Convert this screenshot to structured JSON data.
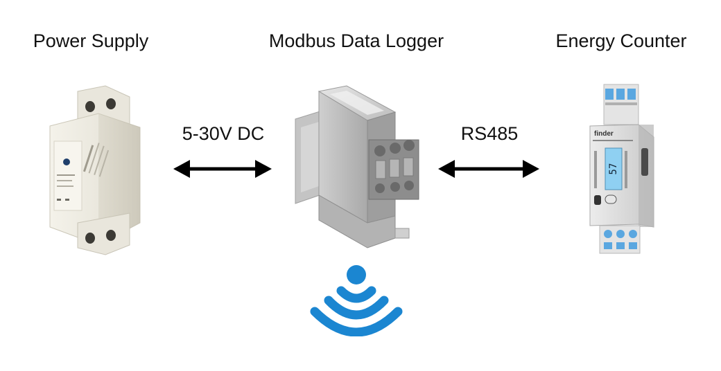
{
  "devices": {
    "power_supply": {
      "label": "Power Supply"
    },
    "data_logger": {
      "label": "Modbus Data Logger"
    },
    "energy_counter": {
      "label": "Energy Counter",
      "brand_text": "finder",
      "display_value": "57"
    }
  },
  "links": {
    "power": {
      "label": "5-30V DC"
    },
    "data": {
      "label": "RS485"
    }
  },
  "icons": {
    "wireless": "wifi-icon"
  },
  "colors": {
    "arrow": "#000000",
    "wifi": "#1b86d1",
    "energy_counter_lcd": "#8fd0f2"
  }
}
